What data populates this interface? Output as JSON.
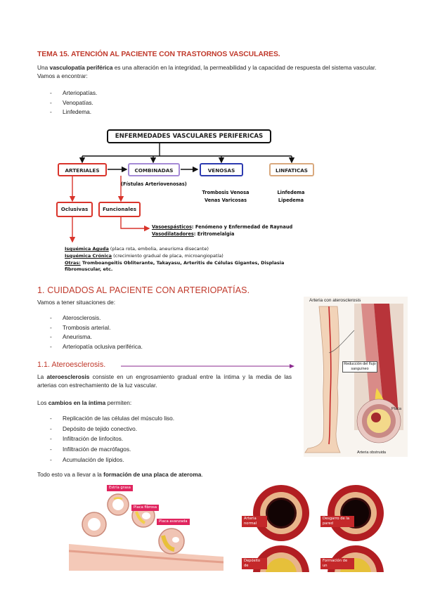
{
  "header": {
    "title": "TEMA 15. ATENCIÓN AL PACIENTE CON TRASTORNOS VASCULARES.",
    "intro_pre": "Una ",
    "intro_bold": "vasculopatía periférica",
    "intro_post": " es una alteración en la integridad, la permeabilidad y la capacidad de respuesta del sistema vascular. Vamos a encontrar:",
    "list": [
      "Arteriopatías.",
      "Venopatías.",
      "Linfedema."
    ]
  },
  "diagram": {
    "root": "ENFERMEDADES VASCULARES PERIFERICAS",
    "arteriales": "ARTERIALES",
    "combinadas": "COMBINADAS",
    "venosas": "VENOSAS",
    "linfaticas": "LINFATICAS",
    "fistulas": "(Fístulas Arteriovenosas)",
    "venosas_detail": [
      "Trombosis Venosa",
      "Venas Varicosas"
    ],
    "linfaticas_detail": [
      "Linfedema",
      "Lipedema"
    ],
    "oclusivas": "Oclusivas",
    "funcionales": "Funcionales",
    "vasoespasticos_label": "Vasoespásticos",
    "vasoespasticos_text": ": Fenómeno y Enfermedad de Raynaud",
    "vasodilatadores_label": "Vasodilatadores",
    "vasodilatadores_text": ": Eritromelalgia",
    "isq_aguda_label": "Isquémica Aguda",
    "isq_aguda_text": " (placa rota, embolia, aneurisma disecante)",
    "isq_cronica_label": "Isquémica Crónica",
    "isq_cronica_text": " (crecimiento gradual de placa, microangiopatía)",
    "otras_label": "Otras:",
    "otras_text": " Tromboangeitis Obliterante, Takayasu, Arteritis de Células Gigantes, Displasia fibromuscular, etc."
  },
  "section1": {
    "heading": "1. CUIDADOS AL PACIENTE CON ARTERIOPATÍAS.",
    "intro": "Vamos a tener situaciones de:",
    "list": [
      "Aterosclerosis.",
      "Trombosis arterial.",
      "Aneurisma.",
      "Arteriopatía oclusiva periférica."
    ]
  },
  "section11": {
    "heading": "1.1. Ateroesclerosis.",
    "p1_pre": "La ",
    "p1_bold": "ateroesclerosis",
    "p1_post": " consiste en un engrosamiento gradual entre la íntima y la media de las arterias con estrechamiento de la luz vascular.",
    "p2_pre": "Los ",
    "p2_bold": "cambios en la íntima",
    "p2_post": " permiten:",
    "list": [
      "Replicación de las células del músculo liso.",
      "Depósito de tejido conectivo.",
      "Infiltración de linfocitos.",
      "Infiltración de macrófagos.",
      "Acumulación de lípidos."
    ],
    "p3_pre": "Todo esto va a llevar a la ",
    "p3_bold": "formación de una placa de ateroma",
    "p3_post": "."
  },
  "figure_leg": {
    "title": "Arteria con aterosclerosis",
    "reduccion": "Reducción del flujo sanguíneo",
    "placa": "Placa",
    "obstruida": "Arteria obstruida"
  },
  "figure_plaque": {
    "estria": "Estría grasa",
    "fibrosa": "Placa fibrosa",
    "avanzada": "Placa avanzada"
  },
  "figure_rings": {
    "normal": "Arteria normal",
    "desgarro": "Desgarro de la pared",
    "deposito": "Depósito de",
    "formacion": "Formación de un"
  },
  "colors": {
    "heading": "#c0392b",
    "arteriales": "#d9342b",
    "combinadas": "#a58ad6",
    "venosas": "#2d3bb0",
    "linfaticas": "#d9a97e",
    "pink_label": "#e0245e"
  }
}
